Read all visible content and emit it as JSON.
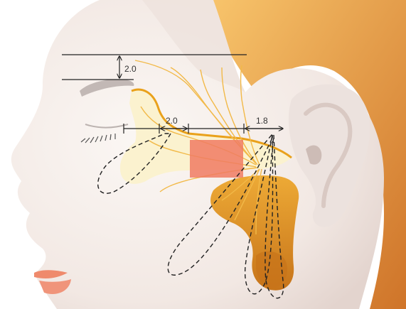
{
  "measurements": {
    "vertical_top": "2.0",
    "horizontal_middle": "2.0",
    "horizontal_right": "1.8"
  },
  "colors": {
    "background_gradient_light": "#f6c46a",
    "background_gradient_dark": "#d27a2a",
    "skin_light": "#f6efeb",
    "skin_shadow": "#e9ddd8",
    "zygoma_fill": "#fbf2cf",
    "zygoma_edge": "#e9a11b",
    "parotid_fill": "#e79820",
    "parotid_dark": "#b96a10",
    "nerve_lines": "#f2b948",
    "highlight_box": "#f07b63",
    "lips": "#ef8a6c",
    "dimension_lines": "#222222",
    "dashed_outline": "#222222"
  }
}
